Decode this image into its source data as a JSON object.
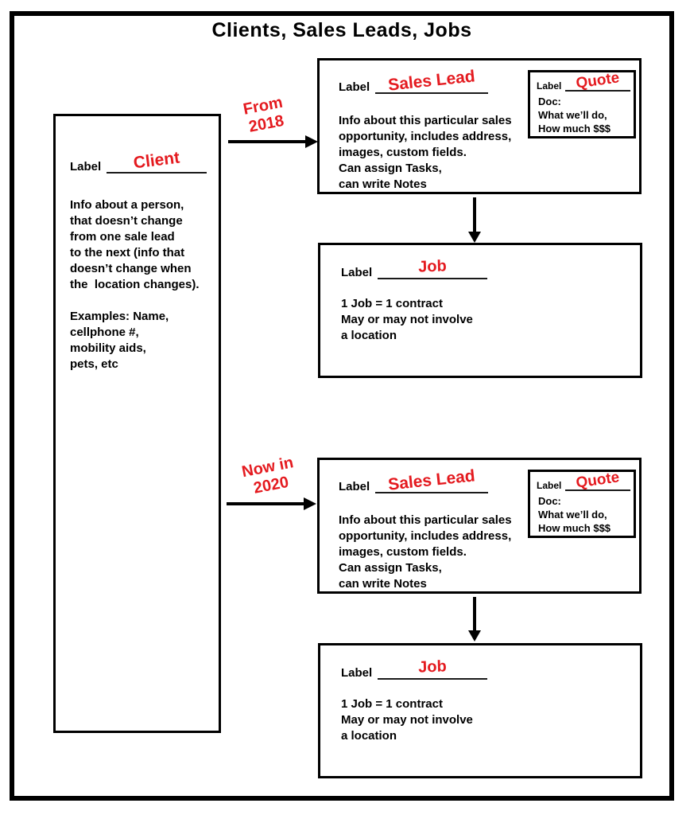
{
  "title": "Clients, Sales Leads, Jobs",
  "colors": {
    "accent_red": "#e41a1f",
    "ink": "#000000",
    "background": "#ffffff"
  },
  "client_box": {
    "label_prefix": "Label",
    "label_value": "Client",
    "body": "Info about a person,\nthat doesn’t change\nfrom one sale lead\nto the next (info that\ndoesn’t change when\nthe  location changes).\n\nExamples: Name,\ncellphone #,\nmobility aids,\npets, etc"
  },
  "flows": [
    {
      "arrow_label": "From\n2018",
      "sales_lead": {
        "label_prefix": "Label",
        "label_value": "Sales Lead",
        "body": "Info about this particular sales\nopportunity, includes address,\nimages, custom fields.\nCan assign Tasks,\ncan write Notes"
      },
      "quote": {
        "label_prefix": "Label",
        "label_value": "Quote",
        "body": "Doc:\nWhat we’ll do,\nHow much $$$"
      },
      "job": {
        "label_prefix": "Label",
        "label_value": "Job",
        "body": "1 Job = 1 contract\nMay or may not involve\na location"
      }
    },
    {
      "arrow_label": "Now in\n2020",
      "sales_lead": {
        "label_prefix": "Label",
        "label_value": "Sales Lead",
        "body": "Info about this particular sales\nopportunity, includes address,\nimages, custom fields.\nCan assign Tasks,\ncan write Notes"
      },
      "quote": {
        "label_prefix": "Label",
        "label_value": "Quote",
        "body": "Doc:\nWhat we’ll do,\nHow much $$$"
      },
      "job": {
        "label_prefix": "Label",
        "label_value": "Job",
        "body": "1 Job = 1 contract\nMay or may not involve\na location"
      }
    }
  ]
}
